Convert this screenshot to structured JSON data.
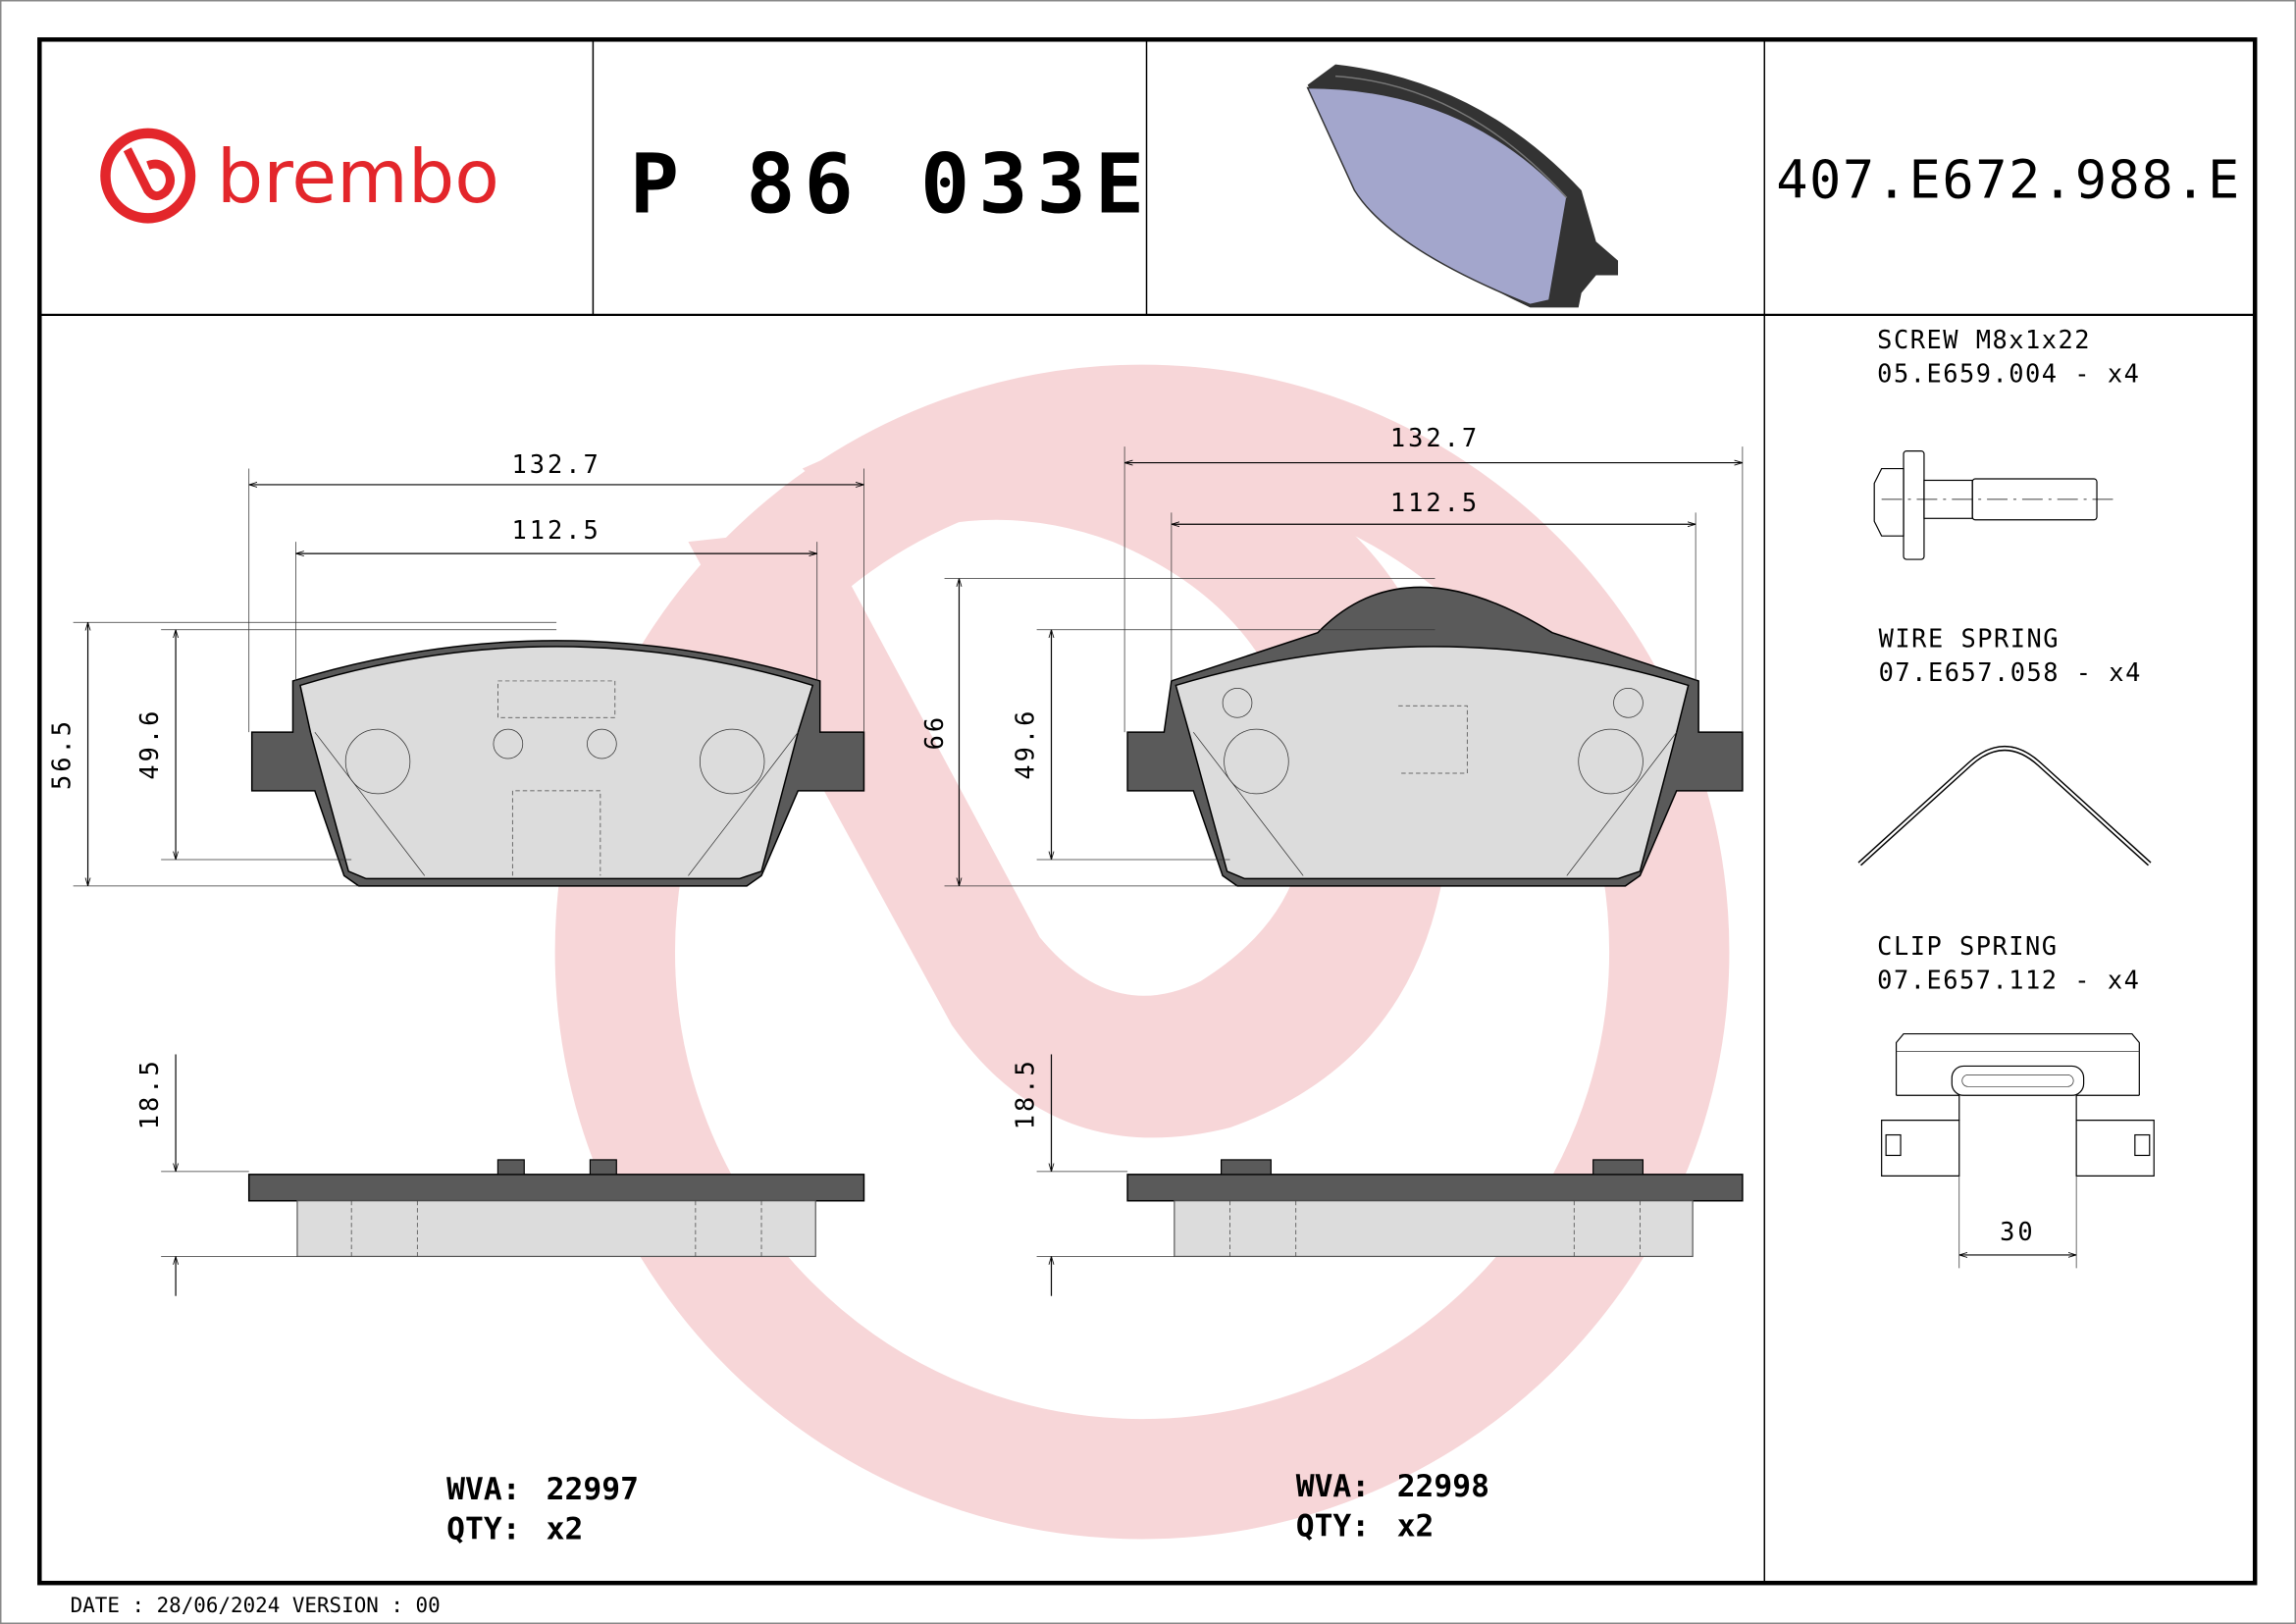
{
  "header": {
    "brand": "brembo",
    "part_number": "P 86 033E",
    "drawing_number": "407.E672.988.E"
  },
  "colors": {
    "brand_red": "#e3262b",
    "watermark": "#f7d6d8",
    "pad_fill": "#dcdcdc",
    "backplate_fill": "#5a5a5a",
    "preview_pad_fill": "#a3a6cc"
  },
  "left_pad": {
    "dims": {
      "overall_width": "132.7",
      "inner_width": "112.5",
      "overall_height": "56.5",
      "friction_height": "49.6",
      "thickness": "18.5"
    },
    "wva_label": "WVA:",
    "wva_value": "22997",
    "qty_label": "QTY:",
    "qty_value": "x2"
  },
  "right_pad": {
    "dims": {
      "overall_width": "132.7",
      "inner_width": "112.5",
      "overall_height": "66",
      "friction_height": "49.6",
      "thickness": "18.5"
    },
    "wva_label": "WVA:",
    "wva_value": "22998",
    "qty_label": "QTY:",
    "qty_value": "x2"
  },
  "accessories": [
    {
      "name": "SCREW M8x1x22",
      "code": "05.E659.004 - x4"
    },
    {
      "name": "WIRE SPRING",
      "code": "07.E657.058 - x4"
    },
    {
      "name": "CLIP SPRING",
      "code": "07.E657.112 - x4",
      "dim": "30"
    }
  ],
  "footer": {
    "text": "DATE : 28/06/2024 VERSION : 00"
  }
}
